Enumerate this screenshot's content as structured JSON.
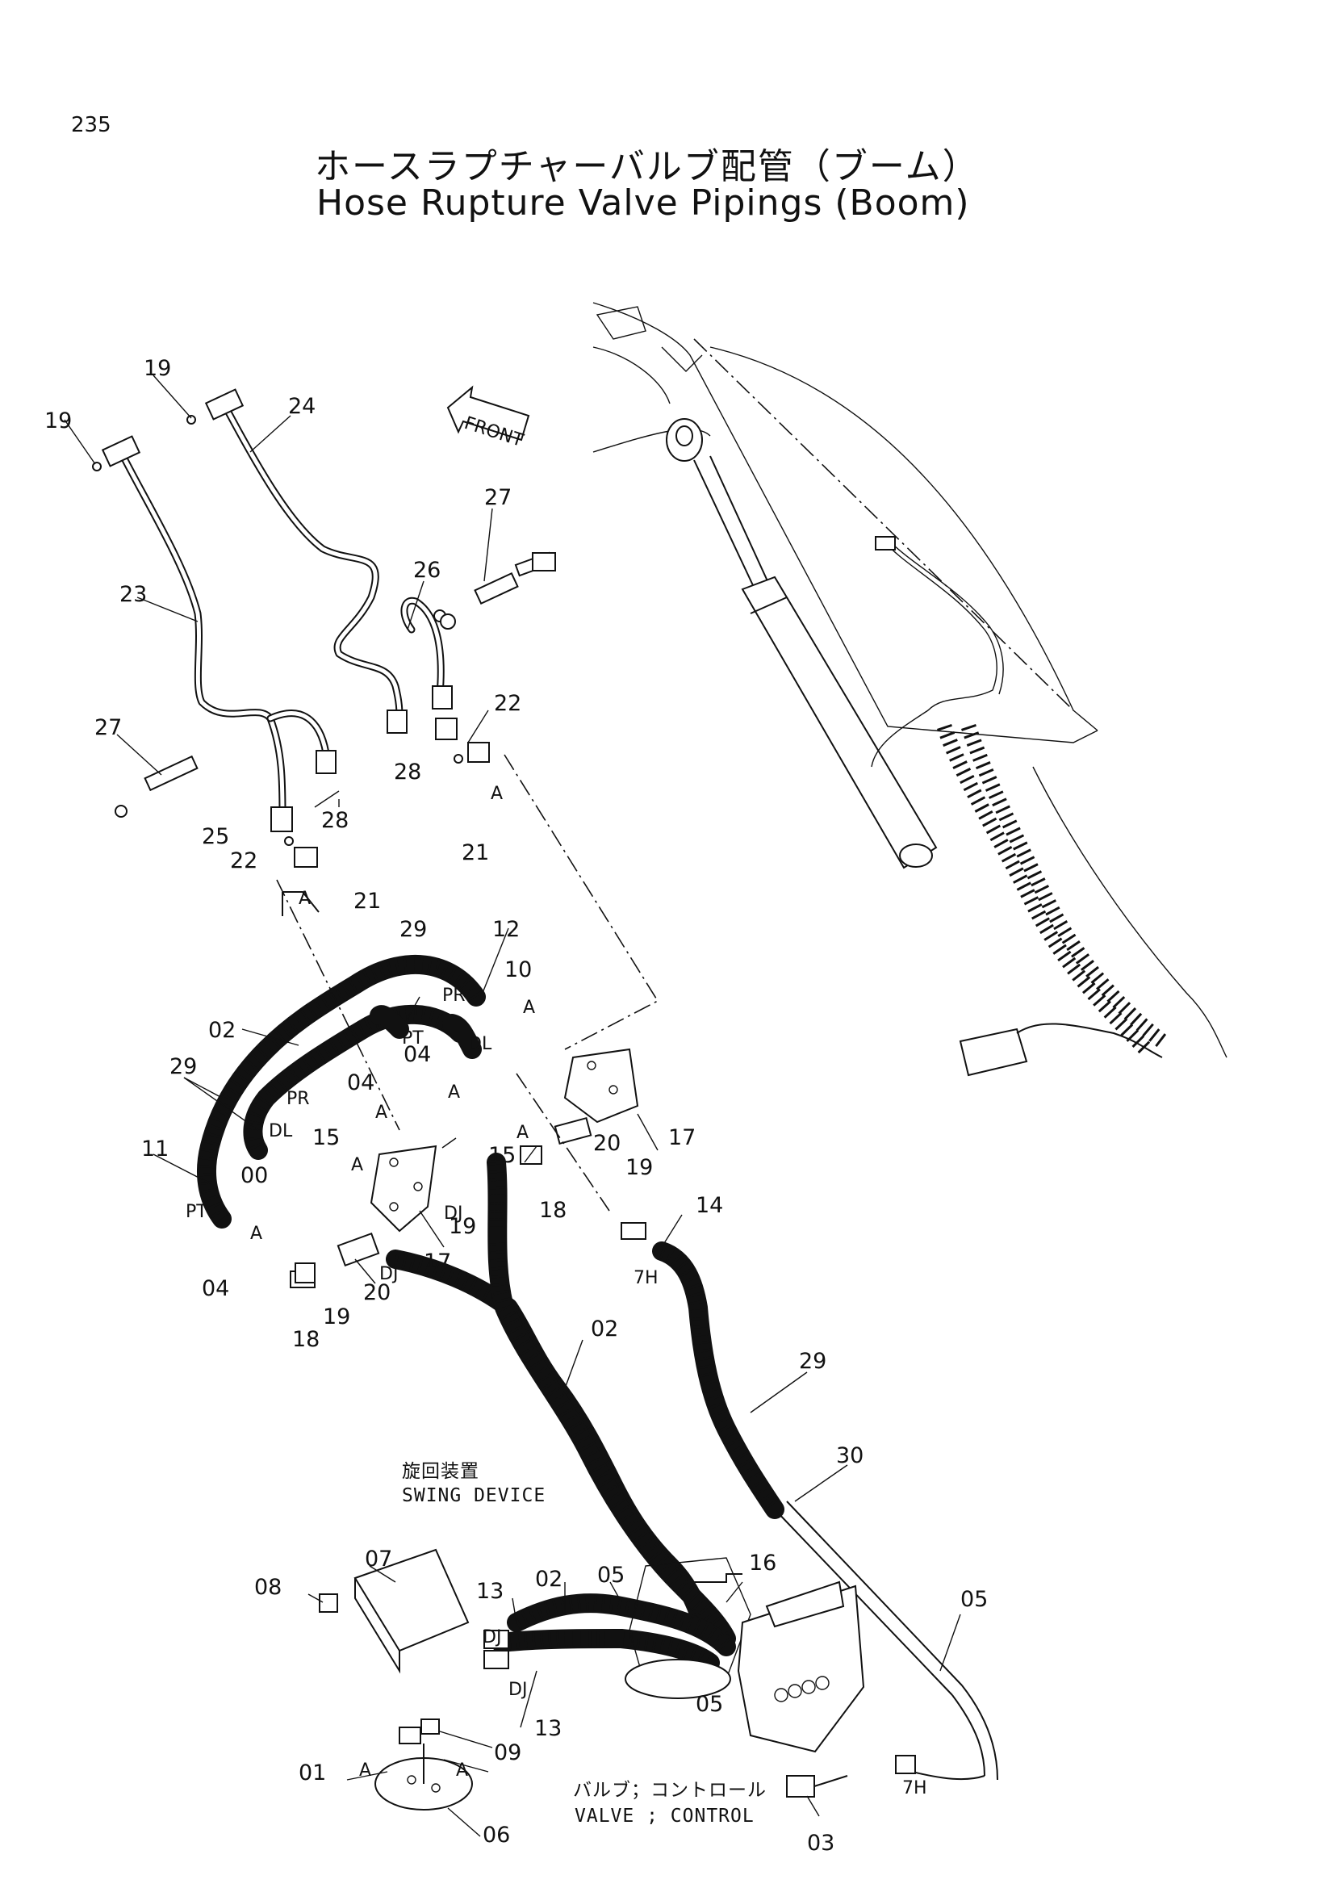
{
  "page": {
    "number": "235",
    "title_jp": "ホースラプチャーバルブ配管（ブーム）",
    "title_en": "Hose Rupture Valve Pipings (Boom)"
  },
  "arrow": {
    "label": "FRONT"
  },
  "notes": {
    "swing_device_jp": "旋回装置",
    "swing_device_en": "SWING DEVICE",
    "valve_control_jp": "バルブ；コントロール",
    "valve_control_en": "VALVE ; CONTROL"
  },
  "callouts": [
    {
      "key": "c19a",
      "text": "19"
    },
    {
      "key": "c19b",
      "text": "19"
    },
    {
      "key": "c24",
      "text": "24"
    },
    {
      "key": "c27a",
      "text": "27"
    },
    {
      "key": "c26",
      "text": "26"
    },
    {
      "key": "c23",
      "text": "23"
    },
    {
      "key": "c27b",
      "text": "27"
    },
    {
      "key": "c22a",
      "text": "22"
    },
    {
      "key": "c28a",
      "text": "28"
    },
    {
      "key": "c28b",
      "text": "28"
    },
    {
      "key": "c25",
      "text": "25"
    },
    {
      "key": "c21a",
      "text": "21"
    },
    {
      "key": "c22b",
      "text": "22"
    },
    {
      "key": "c21b",
      "text": "21"
    },
    {
      "key": "c29a",
      "text": "29"
    },
    {
      "key": "c12",
      "text": "12"
    },
    {
      "key": "c10",
      "text": "10"
    },
    {
      "key": "c02a",
      "text": "02"
    },
    {
      "key": "c29b",
      "text": "29"
    },
    {
      "key": "c04a",
      "text": "04"
    },
    {
      "key": "c04b",
      "text": "04"
    },
    {
      "key": "c15a",
      "text": "15"
    },
    {
      "key": "c11",
      "text": "11"
    },
    {
      "key": "c00",
      "text": "00"
    },
    {
      "key": "c15b",
      "text": "15"
    },
    {
      "key": "c17a",
      "text": "17"
    },
    {
      "key": "c19c",
      "text": "19"
    },
    {
      "key": "c20a",
      "text": "20"
    },
    {
      "key": "c18a",
      "text": "18"
    },
    {
      "key": "c17b",
      "text": "17"
    },
    {
      "key": "c19d",
      "text": "19"
    },
    {
      "key": "c04c",
      "text": "04"
    },
    {
      "key": "c20b",
      "text": "20"
    },
    {
      "key": "c19e",
      "text": "19"
    },
    {
      "key": "c18b",
      "text": "18"
    },
    {
      "key": "c14",
      "text": "14"
    },
    {
      "key": "c02b",
      "text": "02"
    },
    {
      "key": "c29c",
      "text": "29"
    },
    {
      "key": "c30",
      "text": "30"
    },
    {
      "key": "c16",
      "text": "16"
    },
    {
      "key": "c07",
      "text": "07"
    },
    {
      "key": "c08",
      "text": "08"
    },
    {
      "key": "c13a",
      "text": "13"
    },
    {
      "key": "c02c",
      "text": "02"
    },
    {
      "key": "c05a",
      "text": "05"
    },
    {
      "key": "c05b",
      "text": "05"
    },
    {
      "key": "c05c",
      "text": "05"
    },
    {
      "key": "c13b",
      "text": "13"
    },
    {
      "key": "c01",
      "text": "01"
    },
    {
      "key": "c09",
      "text": "09"
    },
    {
      "key": "c06",
      "text": "06"
    },
    {
      "key": "c03",
      "text": "03"
    }
  ],
  "port_marks": [
    {
      "key": "pr1",
      "text": "PR"
    },
    {
      "key": "pt1",
      "text": "PT"
    },
    {
      "key": "dl1",
      "text": "DL"
    },
    {
      "key": "pr2",
      "text": "PR"
    },
    {
      "key": "dl2",
      "text": "DL"
    },
    {
      "key": "pt2",
      "text": "PT"
    },
    {
      "key": "dj1",
      "text": "DJ"
    },
    {
      "key": "dj2",
      "text": "DJ"
    },
    {
      "key": "dj3",
      "text": "DJ"
    },
    {
      "key": "dj4",
      "text": "DJ"
    },
    {
      "key": "h7a",
      "text": "7H"
    },
    {
      "key": "h7b",
      "text": "7H"
    }
  ],
  "group_marks": [
    {
      "key": "a1",
      "text": "A"
    },
    {
      "key": "a2",
      "text": "A"
    },
    {
      "key": "a3",
      "text": "A"
    },
    {
      "key": "a4",
      "text": "A"
    },
    {
      "key": "a5",
      "text": "A"
    },
    {
      "key": "a6",
      "text": "A"
    },
    {
      "key": "a7",
      "text": "A"
    },
    {
      "key": "a8",
      "text": "A"
    },
    {
      "key": "a9",
      "text": "A"
    },
    {
      "key": "a10",
      "text": "A"
    }
  ]
}
